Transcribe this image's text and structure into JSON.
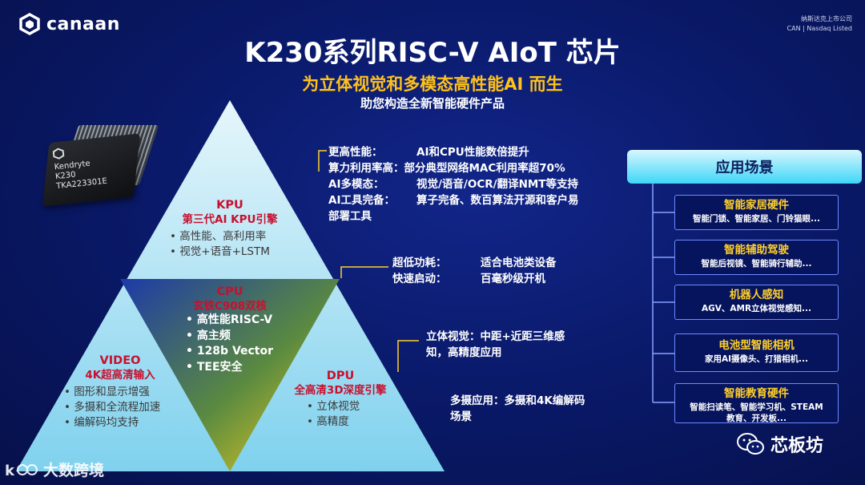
{
  "header": {
    "brand": "canaan",
    "listed_cn": "纳斯达克上市公司",
    "listed_en": "CAN | Nasdaq Listed",
    "title": "K230系列RISC-V AIoT 芯片",
    "subtitle": "为立体视觉和多模态高性能AI 而生",
    "subtitle2": "助您构造全新智能硬件产品"
  },
  "chip": {
    "line1": "Kendryte",
    "line2": "K230",
    "line3": "TKA223301E"
  },
  "features": [
    {
      "key": "更高性能：",
      "val": "AI和CPU性能数倍提升"
    },
    {
      "key": "算力利用率高：",
      "val": "部分典型网络MAC利用率超70%"
    },
    {
      "key": "AI多模态：",
      "val": "视觉/语音/OCR/翻译NMT等支持"
    },
    {
      "key": "AI工具完备：",
      "val": "算子完备、数百算法开源和客户易"
    }
  ],
  "features_cont": "部署工具",
  "power": [
    {
      "key": "超低功耗：",
      "val": "适合电池类设备"
    },
    {
      "key": "快速启动：",
      "val": "百毫秒级开机"
    }
  ],
  "stereo": {
    "line1": "立体视觉：中距+近距三维感",
    "line2": "知，高精度应用"
  },
  "multicam": {
    "line1": "多摄应用：多摄和4K编解码",
    "line2": "场景"
  },
  "kpu": {
    "title": "KPU",
    "subtitle": "第三代AI KPU引擎",
    "items": [
      "高性能、高利用率",
      "视觉+语音+LSTM"
    ]
  },
  "cpu": {
    "title": "CPU",
    "subtitle": "玄铁C908双核",
    "items": [
      "高性能RISC-V",
      "高主频",
      "128b Vector",
      "TEE安全"
    ]
  },
  "video": {
    "title": "VIDEO",
    "subtitle": "4K超高清输入",
    "items": [
      "图形和显示增强",
      "多摄和全流程加速",
      "编解码均支持"
    ]
  },
  "dpu": {
    "title": "DPU",
    "subtitle": "全高清3D深度引擎",
    "items": [
      "立体视觉",
      "高精度"
    ]
  },
  "scenarios": {
    "header": "应用场景",
    "items": [
      {
        "title": "智能家居硬件",
        "desc": "智能门锁、智能家居、门铃猫眼..."
      },
      {
        "title": "智能辅助驾驶",
        "desc": "智能后视镜、智能骑行辅助..."
      },
      {
        "title": "机器人感知",
        "desc": "AGV、AMR立体视觉感知..."
      },
      {
        "title": "电池型智能相机",
        "desc": "家用AI摄像头、打猎相机..."
      },
      {
        "title": "智能教育硬件",
        "desc": "智能扫读笔、智能学习机、STEAM",
        "desc2": "教育、开发板..."
      }
    ]
  },
  "watermarks": {
    "left": "大数跨境",
    "right": "芯板坊"
  },
  "colors": {
    "accent_yellow": "#ffc21a",
    "accent_red": "#c8102e",
    "scenario_header": "#3fd6f7",
    "background": "#0a1a6b"
  }
}
